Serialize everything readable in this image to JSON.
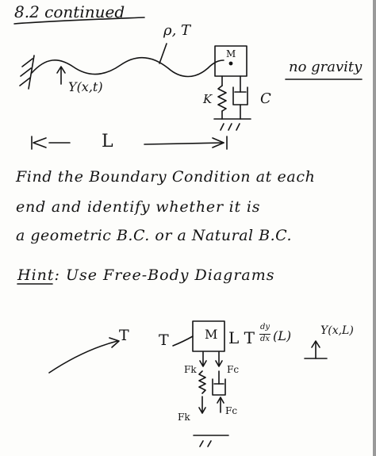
{
  "header": {
    "title": "8.2  continued"
  },
  "figure1": {
    "rho_t_label": "ρ, T",
    "mass_label": "M",
    "deflection_label": "Y(x,t)",
    "spring_label": "K",
    "damper_label": "C",
    "length_label": "L",
    "note": "no gravity"
  },
  "problem": {
    "line1": "Find the Boundary Condition at each",
    "line2": "end and identify whether it is",
    "line3": "a geometric B.C. or a Natural B.C."
  },
  "hint": {
    "text": "Hint: Use Free-Body Diagrams"
  },
  "fbd": {
    "tension_left": "T",
    "tension_near": "T",
    "mass_label": "M",
    "slope_term": "L T",
    "slope_fraction": {
      "numerator": "dy",
      "denominator": "dx"
    },
    "slope_arg": "(L)",
    "deflection_label": "Y(x,L)",
    "spring_force_top": "Fk",
    "damper_force_top": "Fc",
    "spring_force_bottom": "Fk",
    "damper_force_bottom": "Fc"
  }
}
